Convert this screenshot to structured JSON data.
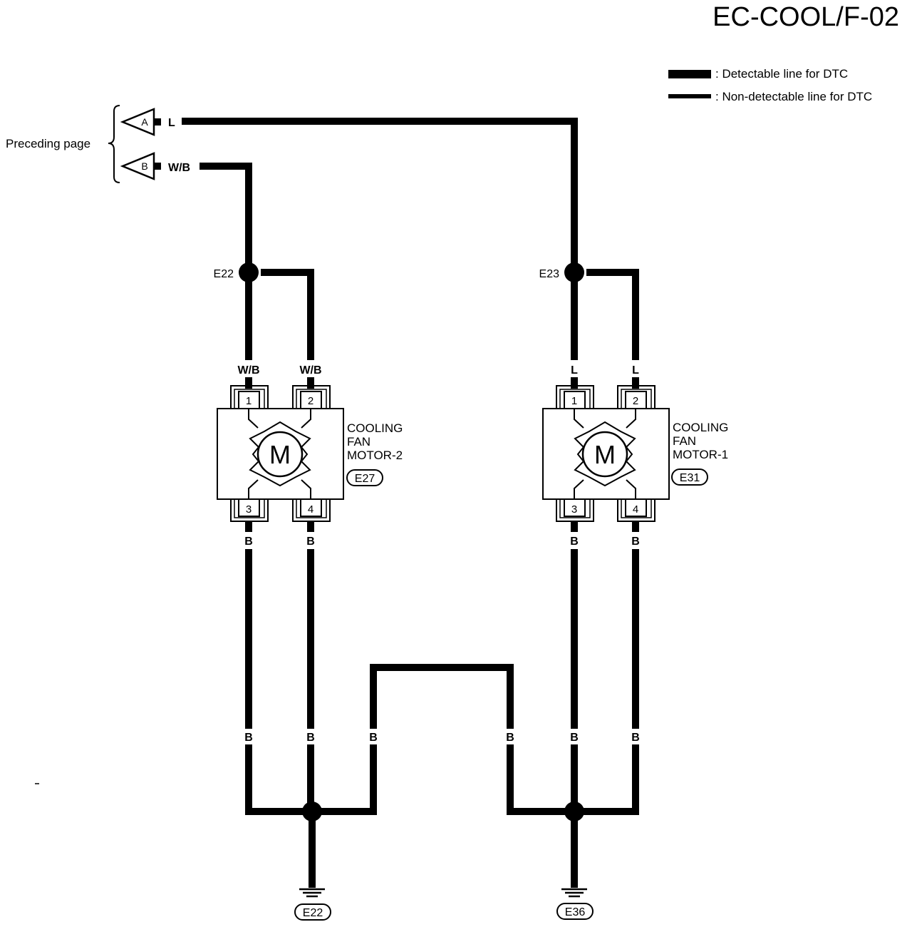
{
  "page_id": "EC-COOL/F-02",
  "legend": {
    "detectable": ": Detectable line for DTC",
    "non_detectable": ": Non-detectable line for DTC"
  },
  "preceding_page_label": "Preceding page",
  "connectors_in": [
    {
      "letter": "A",
      "wire": "L"
    },
    {
      "letter": "B",
      "wire": "W/B"
    }
  ],
  "junctions": {
    "left": "E22",
    "right": "E23"
  },
  "motors": [
    {
      "name_lines": [
        "COOLING",
        "FAN",
        "MOTOR-2"
      ],
      "connector": "E27",
      "symbol": "M",
      "pins": [
        "1",
        "2",
        "3",
        "4"
      ],
      "top_wires": [
        "W/B",
        "W/B"
      ],
      "bottom_wires": [
        "B",
        "B"
      ]
    },
    {
      "name_lines": [
        "COOLING",
        "FAN",
        "MOTOR-1"
      ],
      "connector": "E31",
      "symbol": "M",
      "pins": [
        "1",
        "2",
        "3",
        "4"
      ],
      "top_wires": [
        "L",
        "L"
      ],
      "bottom_wires": [
        "B",
        "B"
      ]
    }
  ],
  "ground_wire_labels": [
    "B",
    "B",
    "B",
    "B",
    "B",
    "B"
  ],
  "grounds": [
    "E22",
    "E36"
  ]
}
